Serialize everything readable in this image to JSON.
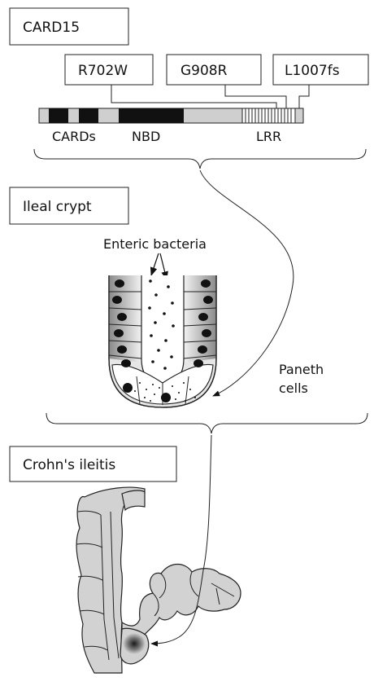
{
  "protein": {
    "name": "CARD15",
    "mutations": [
      "R702W",
      "G908R",
      "L1007fs"
    ],
    "domains": [
      "CARDs",
      "NBD",
      "LRR"
    ]
  },
  "crypt": {
    "name": "Ileal crypt",
    "bacteria_label": "Enteric bacteria",
    "paneth_label_line1": "Paneth",
    "paneth_label_line2": "cells"
  },
  "disease": {
    "name": "Crohn's ileitis"
  },
  "colors": {
    "domain_bar_gray": "#cfcfcf",
    "domain_block_dark": "#111111",
    "tissue_gray": "#d2d2d2",
    "inflammation_spot": "#2b2b2b"
  }
}
